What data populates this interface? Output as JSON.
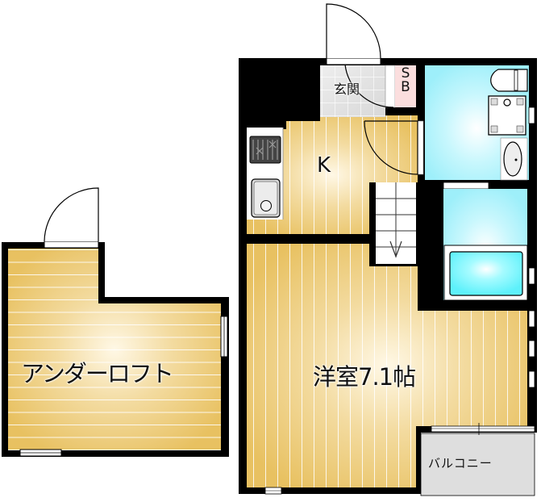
{
  "floorplan": {
    "rooms": {
      "western_room": {
        "label": "洋室7.1帖"
      },
      "under_loft": {
        "label": "アンダーロフト"
      },
      "kitchen": {
        "label": "K"
      },
      "entrance": {
        "label": "玄関"
      },
      "shoe_box": {
        "label": "SB"
      },
      "balcony": {
        "label": "バルコニー"
      }
    },
    "colors": {
      "wall": "#000000",
      "floor_wood": "#ebc66d",
      "floor_wood_light": "#fff6df",
      "entrance_tile": "#e6e6e6",
      "shoe_box": "#fbdede",
      "wet_area": "#aef3fb",
      "bathtub": "#7ff7ff",
      "balcony": "#dedede"
    }
  }
}
